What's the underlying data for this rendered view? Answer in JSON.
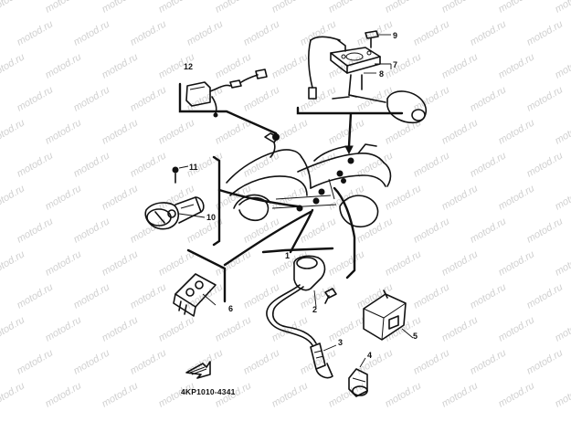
{
  "watermark": "motod.ru",
  "part_code": "4KP1010-4341",
  "callouts": {
    "c1": "1",
    "c2": "2",
    "c3": "3",
    "c4": "4",
    "c5": "5",
    "c6": "6",
    "c7": "7",
    "c8": "8",
    "c9": "9",
    "c10": "10",
    "c11": "11",
    "c12": "12"
  }
}
